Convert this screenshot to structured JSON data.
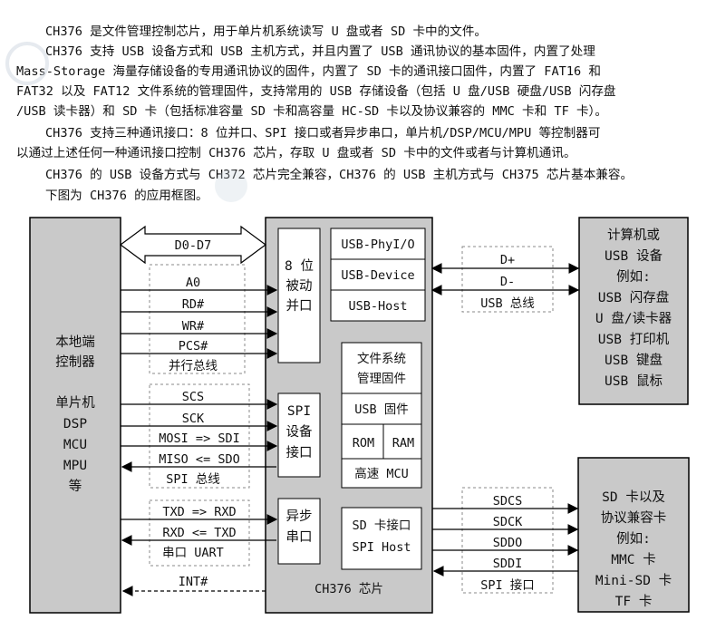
{
  "intro": [
    "CH376 是文件管理控制芯片，用于单片机系统读写 U 盘或者 SD 卡中的文件。",
    "CH376 支持 USB 设备方式和 USB 主机方式，并且内置了 USB 通讯协议的基本固件，内置了处理",
    "Mass-Storage 海量存储设备的专用通讯协议的固件，内置了 SD 卡的通讯接口固件，内置了 FAT16 和",
    "FAT32 以及 FAT12 文件系统的管理固件，支持常用的 USB 存储设备（包括 U 盘/USB 硬盘/USB 闪存盘",
    "/USB 读卡器）和 SD 卡（包括标准容量 SD 卡和高容量 HC-SD 卡以及协议兼容的 MMC 卡和 TF 卡）。",
    "CH376 支持三种通讯接口：8 位并口、SPI 接口或者异步串口，单片机/DSP/MCU/MPU 等控制器可",
    "以通过上述任何一种通讯接口控制 CH376 芯片，存取 U 盘或者 SD 卡中的文件或者与计算机通讯。",
    "CH376 的 USB 设备方式与 CH372 芯片完全兼容，CH376 的 USB 主机方式与 CH375 芯片基本兼容。",
    "下图为 CH376 的应用框图。"
  ],
  "diagram": {
    "left_box": [
      "本地端",
      "控制器",
      "单片机",
      "DSP",
      "MCU",
      "MPU",
      "等"
    ],
    "parallel_bus": [
      "D0-D7",
      "A0",
      "RD#",
      "WR#",
      "PCS#"
    ],
    "parallel_bus_label": "并行总线",
    "spi_bus": [
      "SCS",
      "SCK",
      "MOSI  =>  SDI",
      "MISO  <=  SDO"
    ],
    "spi_bus_label": "SPI 总线",
    "uart_bus": [
      "TXD  =>  RXD",
      "RXD  <=  TXD"
    ],
    "uart_bus_label": "串口 UART",
    "int_signal": "INT#",
    "chip_label": "CH376 芯片",
    "parallel_port": [
      "8 位",
      "被动",
      "并口"
    ],
    "spi_port": [
      "SPI",
      "设备",
      "接口"
    ],
    "uart_port": [
      "异步",
      "串口"
    ],
    "usb_blocks": [
      "USB-PhyI/O",
      "USB-Device",
      "USB-Host"
    ],
    "fs_firmware": [
      "文件系统",
      "管理固件"
    ],
    "usb_firmware": "USB 固件",
    "rom": "ROM",
    "ram": "RAM",
    "mcu": "高速 MCU",
    "sd_interface": [
      "SD 卡接口",
      "SPI  Host"
    ],
    "usb_signals": [
      "D+",
      "D-"
    ],
    "usb_bus_label": "USB 总线",
    "pc_box": [
      "计算机或",
      "USB 设备",
      "例如:",
      "USB 闪存盘",
      "U 盘/读卡器",
      "USB 打印机",
      "USB 键盘",
      "USB 鼠标"
    ],
    "sd_signals": [
      "SDCS",
      "SDCK",
      "SDDO",
      "SDDI"
    ],
    "sd_bus_label": "SPI 接口",
    "sd_box": [
      "SD 卡以及",
      "协议兼容卡",
      "例如:",
      "MMC 卡",
      "Mini-SD 卡",
      "TF 卡"
    ]
  },
  "colors": {
    "box_fill": "#c9c9c9",
    "line": "#000000",
    "dash": "#8a8a8a",
    "watermark": "#b9c3cf"
  }
}
